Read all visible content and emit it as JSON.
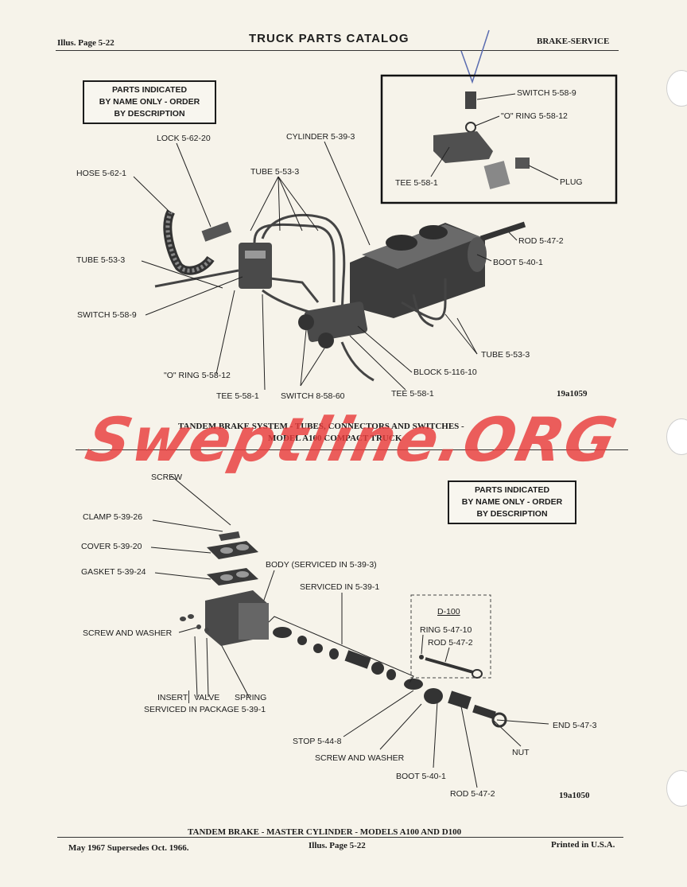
{
  "header": {
    "left": "Illus. Page 5-22",
    "title": "TRUCK PARTS CATALOG",
    "right": "BRAKE-SERVICE"
  },
  "top": {
    "note_lines": [
      "PARTS INDICATED",
      "BY NAME ONLY - ORDER",
      "BY DESCRIPTION"
    ],
    "labels": {
      "lock": "LOCK 5-62-20",
      "cylinder": "CYLINDER 5-39-3",
      "hose": "HOSE 5-62-1",
      "tube_top": "TUBE 5-53-3",
      "tube_left": "TUBE 5-53-3",
      "switch_left": "SWITCH 5-58-9",
      "oring": "\"O\" RING 5-58-12",
      "tee_a": "TEE 5-58-1",
      "switch_b": "SWITCH 8-58-60",
      "tee_b": "TEE 5-58-1",
      "block": "BLOCK 5-116-10",
      "tube_right": "TUBE 5-53-3",
      "boot": "BOOT 5-40-1",
      "rod": "ROD 5-47-2"
    },
    "inset": {
      "switch": "SWITCH 5-58-9",
      "oring": "\"O\" RING 5-58-12",
      "tee": "TEE 5-58-1",
      "plug": "PLUG"
    },
    "ref": "19a1059",
    "caption_line1": "TANDEM BRAKE SYSTEM - TUBES, CONNECTORS AND SWITCHES -",
    "caption_line2": "MODEL A100 COMPACT TRUCK"
  },
  "watermark": "Sweptline.ORG",
  "bottom": {
    "note_lines": [
      "PARTS INDICATED",
      "BY NAME ONLY - ORDER",
      "BY DESCRIPTION"
    ],
    "labels": {
      "screw": "SCREW",
      "clamp": "CLAMP 5-39-26",
      "cover": "COVER 5-39-20",
      "gasket": "GASKET 5-39-24",
      "body": "BODY (SERVICED IN 5-39-3)",
      "serviced": "SERVICED IN 5-39-1",
      "screw_washer_left": "SCREW AND WASHER",
      "insert": "INSERT",
      "valve": "VALVE",
      "spring": "SPRING",
      "serviced_pkg": "SERVICED IN PACKAGE 5-39-1",
      "stop": "STOP 5-44-8",
      "screw_washer_mid": "SCREW AND WASHER",
      "boot": "BOOT 5-40-1",
      "rod": "ROD 5-47-2",
      "end": "END 5-47-3",
      "nut": "NUT"
    },
    "d100": {
      "title": "D-100",
      "ring": "RING 5-47-10",
      "rod": "ROD 5-47-2"
    },
    "ref": "19a1050",
    "caption": "TANDEM BRAKE - MASTER CYLINDER - MODELS A100 AND D100"
  },
  "footer": {
    "left": "May 1967 Supersedes Oct. 1966.",
    "center": "Illus. Page 5-22",
    "right": "Printed in U.S.A."
  }
}
